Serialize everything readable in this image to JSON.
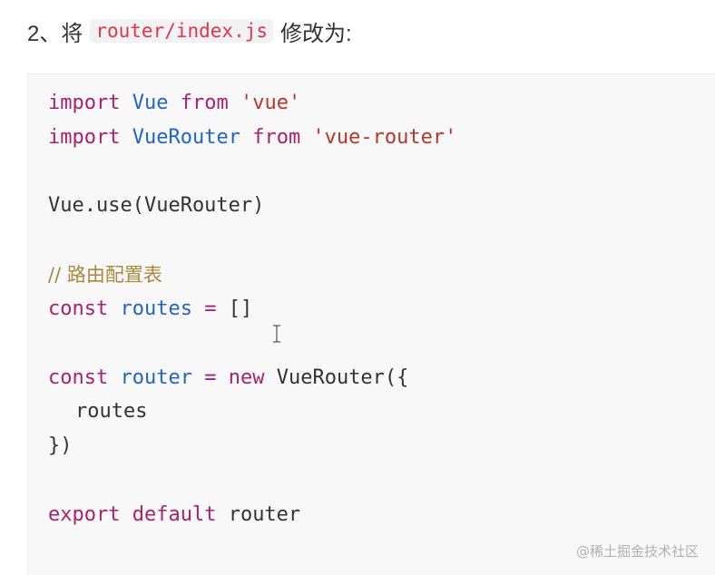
{
  "heading": {
    "prefix": "2、将",
    "code": "router/index.js",
    "suffix": "修改为:"
  },
  "code_block": {
    "line1": {
      "kw": "import",
      "name": "Vue",
      "from": "from",
      "str": "'vue'"
    },
    "line2": {
      "kw": "import",
      "name": "VueRouter",
      "from": "from",
      "str": "'vue-router'"
    },
    "line3": {
      "text": "Vue.use(VueRouter)"
    },
    "line4": {
      "text": "// 路由配置表"
    },
    "line5": {
      "kw": "const",
      "name": "routes",
      "op": "=",
      "rest": "[]"
    },
    "line6": {
      "kw": "const",
      "name": "router",
      "op": "=",
      "new": "new",
      "rest": "VueRouter({"
    },
    "line7": {
      "text": "routes"
    },
    "line8": {
      "text": "})"
    },
    "line9": {
      "kw": "export",
      "kw2": "default",
      "rest": "router"
    }
  },
  "watermark": "@稀土掘金技术社区"
}
